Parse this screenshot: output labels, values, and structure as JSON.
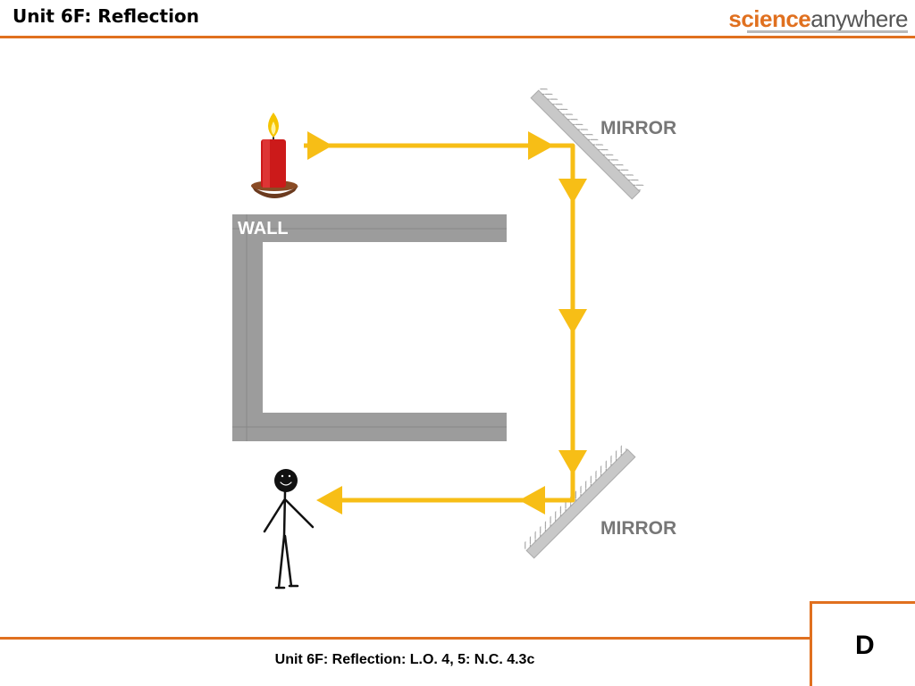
{
  "header": {
    "title": "Unit 6F: Reflection"
  },
  "logo": {
    "part1": "science",
    "part2": "anywhere"
  },
  "diagram": {
    "labels": {
      "mirror_top": "MIRROR",
      "mirror_bottom": "MIRROR",
      "wall": "WALL"
    },
    "colors": {
      "ray": "#f7be16",
      "wall": "#9c9c9c",
      "mirror": "#c8c8c8",
      "candle": "#cc1a1a",
      "flame": "#f5c400",
      "accent": "#e0701f"
    }
  },
  "footer": {
    "text": "Unit 6F: Reflection: L.O. 4, 5: N.C. 4.3c",
    "letter": "D"
  }
}
